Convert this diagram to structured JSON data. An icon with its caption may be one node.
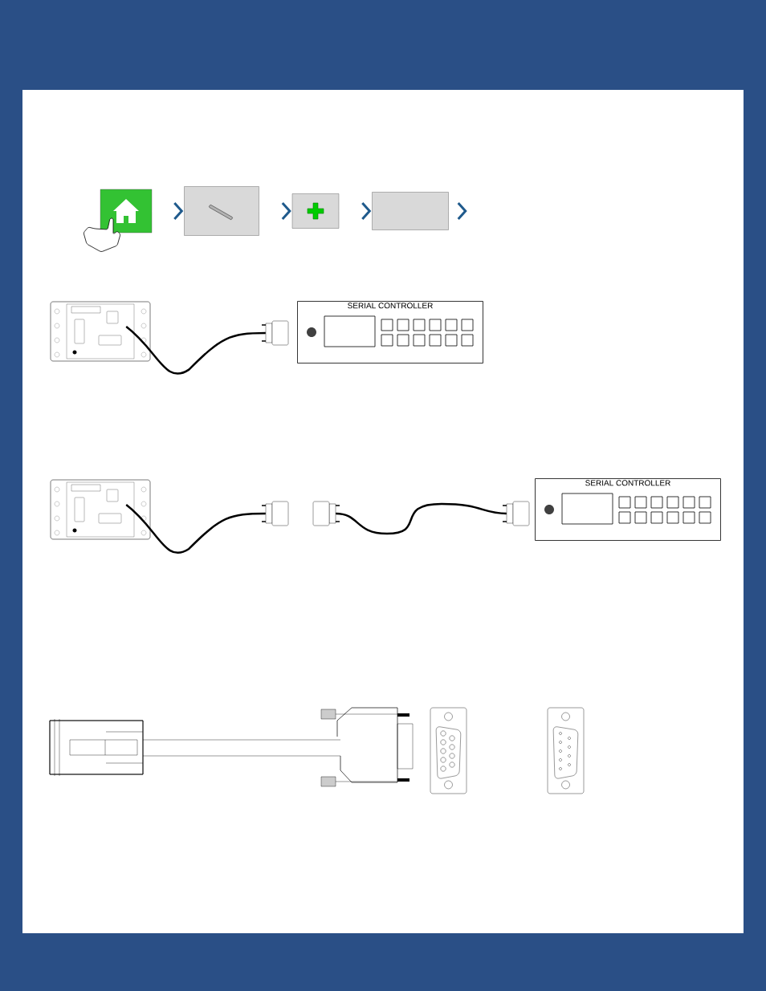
{
  "diagram": {
    "nodes": [
      {
        "text": [],
        "shape": "box"
      },
      {
        "text": [],
        "shape": "box"
      },
      {
        "text": [],
        "shape": "box"
      },
      {
        "text": [],
        "shape": "box"
      },
      {
        "text": [],
        "shape": "box"
      },
      {
        "text": [],
        "shape": "box"
      },
      {
        "text": [
          "SERIAL CONTROLLER"
        ]
      },
      {
        "text": [],
        "shape": "box"
      },
      {
        "text": [],
        "shape": "box"
      },
      {
        "text": [],
        "shape": "box"
      },
      {
        "text": [],
        "shape": "box"
      },
      {
        "text": [
          "SERIAL CONTROLLER"
        ]
      }
    ],
    "edges": [
      {
        "from": 0,
        "to": 1,
        "arrow": "to"
      },
      {
        "from": 1,
        "to": 2,
        "arrow": "to"
      },
      {
        "from": 2,
        "to": 3,
        "arrow": "to"
      },
      {
        "from": 3,
        "to": null,
        "arrow": "to"
      },
      {
        "from": 4,
        "to": 5,
        "arrow": "none",
        "color": "#000000"
      },
      {
        "from": 7,
        "to": 8,
        "arrow": "none",
        "color": "#000000"
      },
      {
        "from": 9,
        "to": 10,
        "arrow": "none",
        "color": "#000000"
      }
    ]
  }
}
